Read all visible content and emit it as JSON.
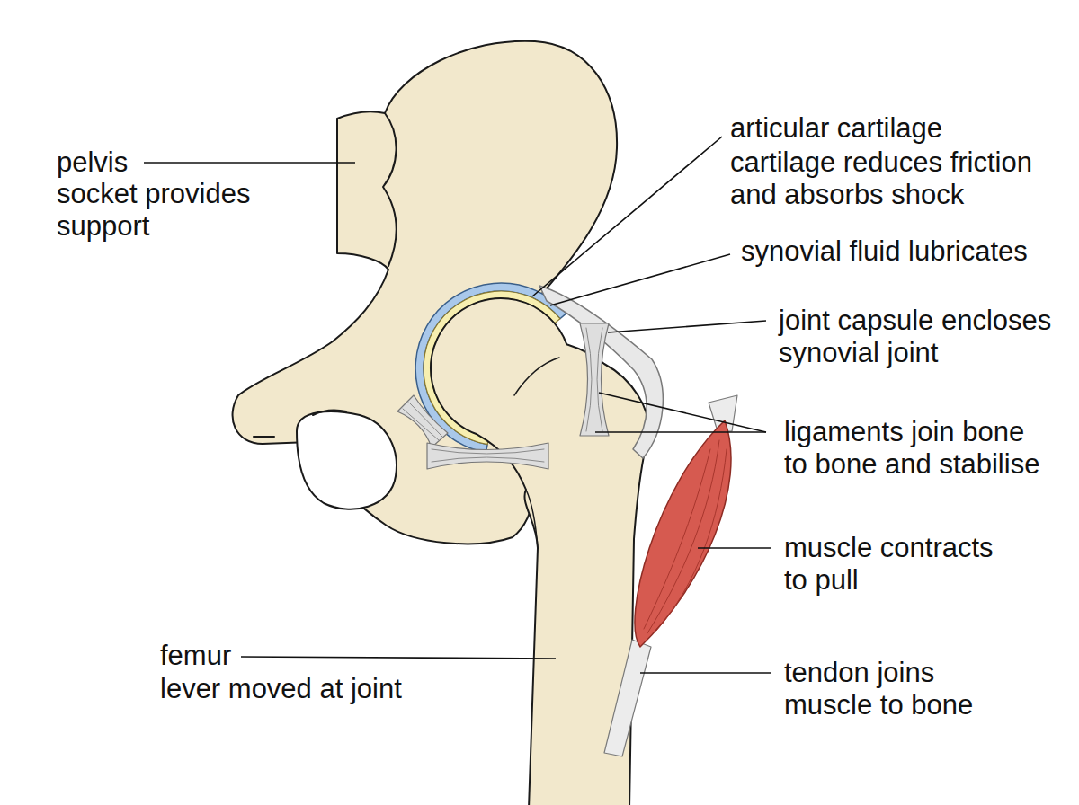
{
  "diagram": {
    "labels": [
      "pelvis",
      "socket provides support",
      "articular cartilage",
      "cartilage reduces friction and absorbs shock",
      "synovial fluid lubricates",
      "joint capsule encloses synovial joint",
      "ligaments join bone to bone and stabilise",
      "muscle contracts to pull",
      "tendon joins muscle to bone",
      "femur",
      "lever moved at joint"
    ]
  }
}
